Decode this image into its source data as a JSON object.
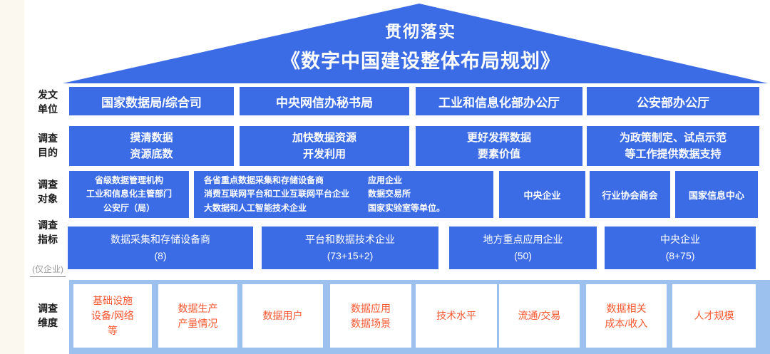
{
  "colors": {
    "box_blue": "#3b6ce5",
    "strip_light_blue": "#9dc1ee",
    "dimension_text_orange": "#f7572f",
    "roof_text": "#ffffff"
  },
  "roof": {
    "title_line1": "贯彻落实",
    "title_line2": "《数字中国建设整体布局规划》"
  },
  "row_issuers": {
    "label": "发文\n单位",
    "boxes": [
      "国家数据局/综合司",
      "中央网信办秘书局",
      "工业和信息化部办公厅",
      "公安部办公厅"
    ]
  },
  "row_purpose": {
    "label": "调查\n目的",
    "boxes": [
      "摸清数据\n资源底数",
      "加快数据资源\n开发利用",
      "更好发挥数据\n要素价值",
      "为政策制定、试点示范\n等工作提供数据支持"
    ]
  },
  "row_targets": {
    "label": "调查\n对象",
    "box_gov": "省级数据管理机构\n工业和信息化主管部门\n公安厅（局）",
    "box_enterprises_col1": "各省重点数据采集和存储设备商\n消费互联网平台和工业互联网平台企业\n大数据和人工智能技术企业",
    "box_enterprises_col2": "应用企业\n数据交易所\n国家实验室等单位。",
    "box_central": "中央企业",
    "box_assoc": "行业协会商会",
    "box_nic": "国家信息中心"
  },
  "row_indicators": {
    "label": "调查\n指标",
    "sublabel": "(仅企业)",
    "boxes": [
      "数据采集和存储设备商\n(8)",
      "平台和数据技术企业\n(73+15+2)",
      "地方重点应用企业\n(50)",
      "中央企业\n(8+75)"
    ]
  },
  "row_dimensions": {
    "label": "调查\n维度",
    "boxes": [
      "基础设施\n设备/网络\n等",
      "数据生产\n产量情况",
      "数据用户",
      "数据应用\n数据场景",
      "技术水平",
      "流通/交易",
      "数据相关\n成本/收入",
      "人才规模"
    ]
  }
}
